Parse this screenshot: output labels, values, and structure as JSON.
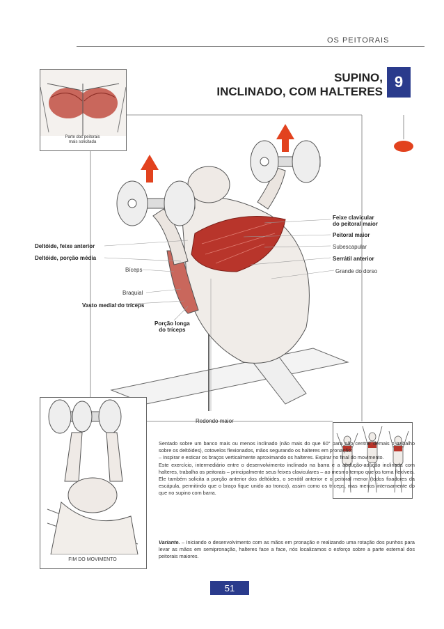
{
  "header": {
    "section": "OS PEITORAIS"
  },
  "title": {
    "line1": "SUPINO,",
    "line2": "INCLINADO, COM HALTERES",
    "chapter": "9"
  },
  "muscle_inset": {
    "caption_line1": "Parte dos peitorais",
    "caption_line2": "mais solicitada"
  },
  "labels": {
    "feixe_clavicular_1": "Feixe clavicular",
    "feixe_clavicular_2": "do peitoral maior",
    "peitoral_maior": "Peitoral maior",
    "subescapular": "Subescapular",
    "serratil": "Serrátil anterior",
    "grande_dorso": "Grande do dorso",
    "deltoide_anterior": "Deltóide, feixe anterior",
    "deltoide_media": "Deltóide, porção média",
    "biceps": "Bíceps",
    "braquial": "Braquial",
    "vasto_medial": "Vasto medial do tríceps",
    "porcao_longa_1": "Porção longa",
    "porcao_longa_2": "do tríceps",
    "redondo_maior": "Redondo maior"
  },
  "end_inset": {
    "caption": "FIM DO MOVIMENTO"
  },
  "body": {
    "p1": "Sentado sobre um banco mais ou menos inclinado (não mais do que 60° para não centrar demais o trabalho sobre os deltóides), cotovelos flexionados, mãos segurando os halteres em pronação:",
    "p2": "– Inspirar e esticar os braços verticalmente aproximando os halteres. Expirar no final do movimento.",
    "p3": "Este exercício, intermediário entre o desenvolvimento inclinado na barra e a abdução-adução inclinada com halteres, trabalha os peitorais – principalmente seus feixes claviculares – ao mesmo tempo que os torna flexíveis. Ele também solicita a porção anterior dos deltóides, o serrátil anterior e o peitoral menor (todos fixadores da escápula, permitindo que o braço fique unido ao tronco), assim como os tríceps, mas menos intensamente do que no supino com barra."
  },
  "variant": {
    "label": "Variante.",
    "text": " – Iniciando o desenvolvimento com as mãos em pronação e realizando uma rotação dos punhos para levar as mãos em semipronação, halteres face a face, nós localizamos o esforço sobre a parte esternal dos peitorais maiores."
  },
  "page": {
    "number": "51"
  },
  "colors": {
    "accent": "#2a3b8c",
    "arrow": "#e2421e",
    "muscle": "#b8352b"
  }
}
